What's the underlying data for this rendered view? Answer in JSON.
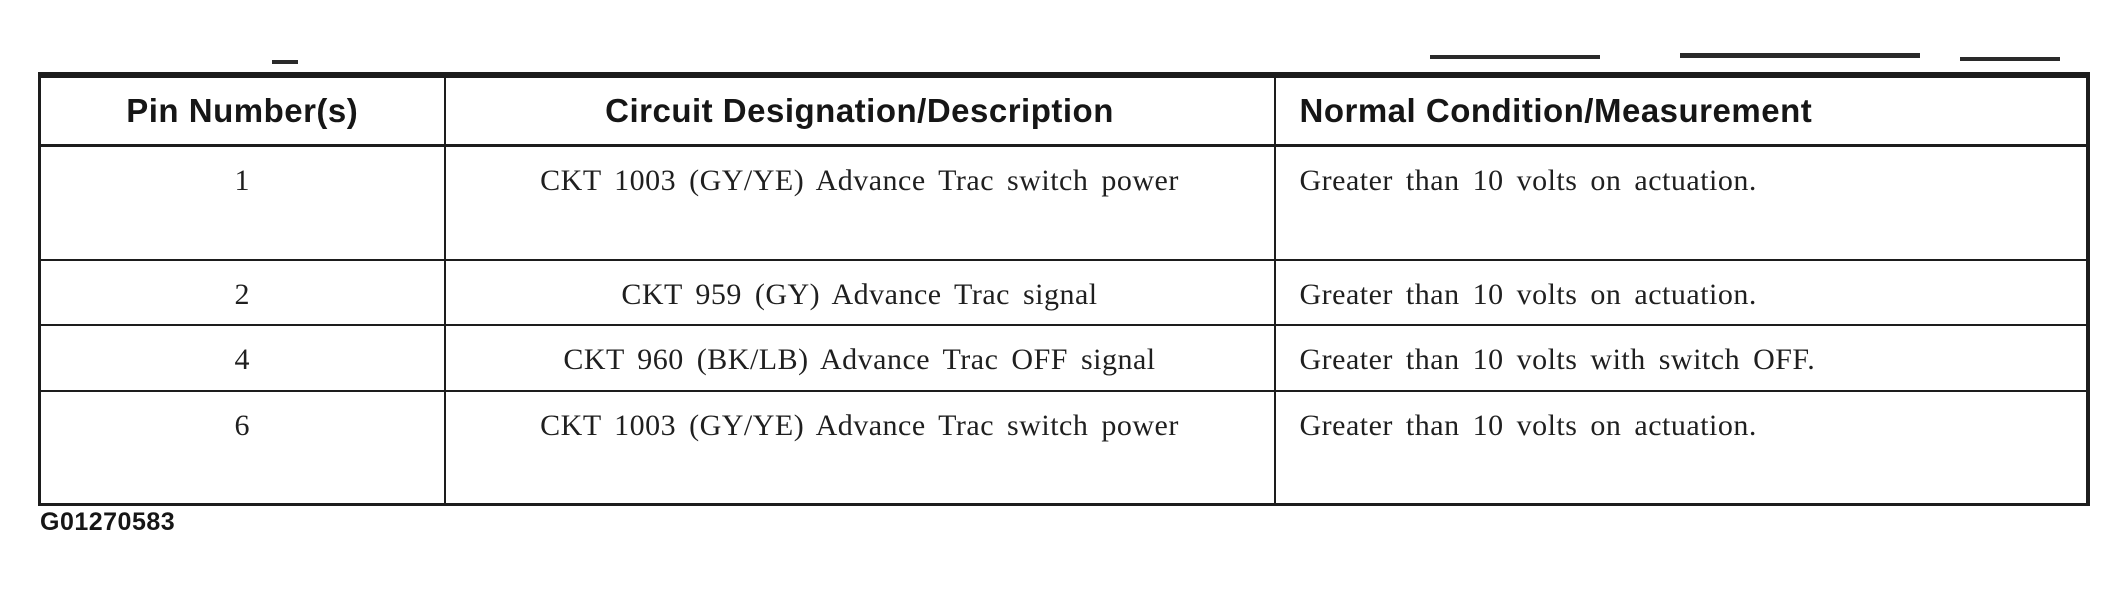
{
  "page": {
    "background": "#ffffff",
    "ink": "#1a1a1a"
  },
  "figure_label": "G01270583",
  "table": {
    "headers": {
      "pin": "Pin Number(s)",
      "circuit": "Circuit Designation/Description",
      "condition": "Normal Condition/Measurement"
    },
    "rows": [
      {
        "pin": "1",
        "circuit": "CKT 1003 (GY/YE) Advance Trac switch power",
        "condition": "Greater than 10 volts on actuation."
      },
      {
        "pin": "2",
        "circuit": "CKT 959 (GY) Advance Trac signal",
        "condition": "Greater than 10 volts on actuation."
      },
      {
        "pin": "4",
        "circuit": "CKT 960 (BK/LB) Advance Trac OFF signal",
        "condition": "Greater than 10 volts with switch OFF."
      },
      {
        "pin": "6",
        "circuit": "CKT 1003 (GY/YE) Advance Trac switch power",
        "condition": "Greater than 10 volts on actuation."
      }
    ]
  }
}
